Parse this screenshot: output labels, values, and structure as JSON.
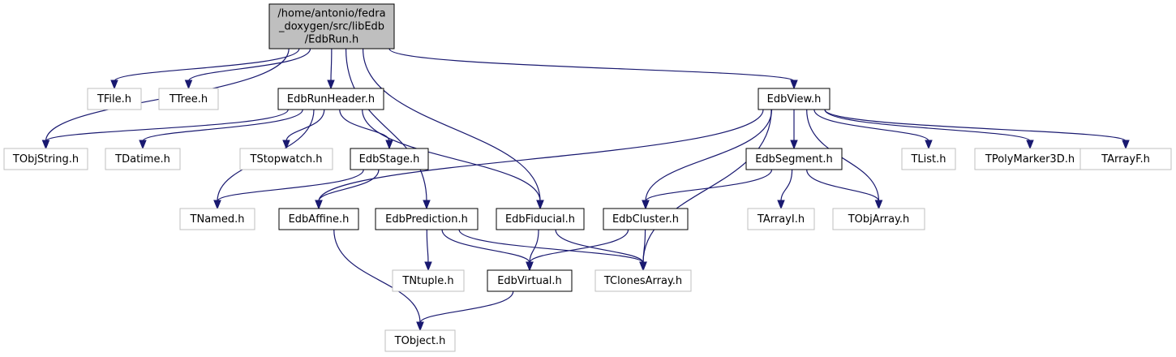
{
  "colors": {
    "edge": "#191970",
    "root_fill": "#bfbfbf",
    "root_border": "#000000",
    "internal_border": "#000000",
    "external_border": "#bfbfbf",
    "text": "#000000"
  },
  "graph": {
    "nodes": [
      {
        "id": "root",
        "kind": "root",
        "lines": [
          "/home/antonio/fedra",
          "_doxygen/src/libEdb",
          "/EdbRun.h"
        ]
      },
      {
        "id": "tfile",
        "kind": "external",
        "lines": [
          "TFile.h"
        ]
      },
      {
        "id": "ttree",
        "kind": "external",
        "lines": [
          "TTree.h"
        ]
      },
      {
        "id": "edbrunheader",
        "kind": "internal",
        "lines": [
          "EdbRunHeader.h"
        ]
      },
      {
        "id": "edbview",
        "kind": "internal",
        "lines": [
          "EdbView.h"
        ]
      },
      {
        "id": "tobjstring",
        "kind": "external",
        "lines": [
          "TObjString.h"
        ]
      },
      {
        "id": "tdatime",
        "kind": "external",
        "lines": [
          "TDatime.h"
        ]
      },
      {
        "id": "tstopwatch",
        "kind": "external",
        "lines": [
          "TStopwatch.h"
        ]
      },
      {
        "id": "edbstage",
        "kind": "internal",
        "lines": [
          "EdbStage.h"
        ]
      },
      {
        "id": "edbsegment",
        "kind": "internal",
        "lines": [
          "EdbSegment.h"
        ]
      },
      {
        "id": "tlist",
        "kind": "external",
        "lines": [
          "TList.h"
        ]
      },
      {
        "id": "tpolymarker3d",
        "kind": "external",
        "lines": [
          "TPolyMarker3D.h"
        ]
      },
      {
        "id": "tarrayf",
        "kind": "external",
        "lines": [
          "TArrayF.h"
        ]
      },
      {
        "id": "tnamed",
        "kind": "external",
        "lines": [
          "TNamed.h"
        ]
      },
      {
        "id": "edbaffine",
        "kind": "internal",
        "lines": [
          "EdbAffine.h"
        ]
      },
      {
        "id": "edbprediction",
        "kind": "internal",
        "lines": [
          "EdbPrediction.h"
        ]
      },
      {
        "id": "edbfiducial",
        "kind": "internal",
        "lines": [
          "EdbFiducial.h"
        ]
      },
      {
        "id": "edbcluster",
        "kind": "internal",
        "lines": [
          "EdbCluster.h"
        ]
      },
      {
        "id": "tarrayi",
        "kind": "external",
        "lines": [
          "TArrayI.h"
        ]
      },
      {
        "id": "tobjarray",
        "kind": "external",
        "lines": [
          "TObjArray.h"
        ]
      },
      {
        "id": "tntuple",
        "kind": "external",
        "lines": [
          "TNtuple.h"
        ]
      },
      {
        "id": "edbvirtual",
        "kind": "internal",
        "lines": [
          "EdbVirtual.h"
        ]
      },
      {
        "id": "tclonesarray",
        "kind": "external",
        "lines": [
          "TClonesArray.h"
        ]
      },
      {
        "id": "tobject",
        "kind": "external",
        "lines": [
          "TObject.h"
        ]
      }
    ],
    "edges": [
      [
        "root",
        "tfile"
      ],
      [
        "root",
        "ttree"
      ],
      [
        "root",
        "tobjstring"
      ],
      [
        "root",
        "edbrunheader"
      ],
      [
        "root",
        "edbprediction"
      ],
      [
        "root",
        "edbfiducial"
      ],
      [
        "root",
        "edbview"
      ],
      [
        "edbrunheader",
        "tobjstring"
      ],
      [
        "edbrunheader",
        "tdatime"
      ],
      [
        "edbrunheader",
        "tnamed"
      ],
      [
        "edbrunheader",
        "tstopwatch"
      ],
      [
        "edbrunheader",
        "edbstage"
      ],
      [
        "edbrunheader",
        "edbfiducial"
      ],
      [
        "edbstage",
        "tnamed"
      ],
      [
        "edbstage",
        "edbaffine"
      ],
      [
        "edbview",
        "edbaffine"
      ],
      [
        "edbview",
        "edbcluster"
      ],
      [
        "edbview",
        "tclonesarray"
      ],
      [
        "edbview",
        "edbsegment"
      ],
      [
        "edbview",
        "tobjarray"
      ],
      [
        "edbview",
        "tlist"
      ],
      [
        "edbview",
        "tpolymarker3d"
      ],
      [
        "edbview",
        "tarrayf"
      ],
      [
        "edbsegment",
        "edbcluster"
      ],
      [
        "edbsegment",
        "tarrayi"
      ],
      [
        "edbsegment",
        "tobjarray"
      ],
      [
        "edbaffine",
        "tobject"
      ],
      [
        "edbprediction",
        "tntuple"
      ],
      [
        "edbprediction",
        "edbvirtual"
      ],
      [
        "edbprediction",
        "tclonesarray"
      ],
      [
        "edbfiducial",
        "edbvirtual"
      ],
      [
        "edbfiducial",
        "tclonesarray"
      ],
      [
        "edbcluster",
        "edbvirtual"
      ],
      [
        "edbcluster",
        "tclonesarray"
      ],
      [
        "edbvirtual",
        "tobject"
      ]
    ]
  }
}
